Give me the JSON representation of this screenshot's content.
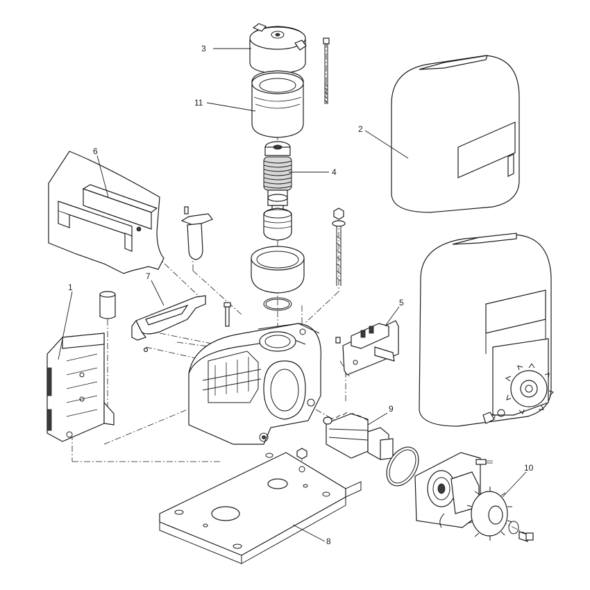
{
  "callouts": [
    {
      "id": "part-1",
      "label": "1"
    },
    {
      "id": "part-2",
      "label": "2"
    },
    {
      "id": "part-3",
      "label": "3"
    },
    {
      "id": "part-4",
      "label": "4"
    },
    {
      "id": "part-5",
      "label": "5"
    },
    {
      "id": "part-6",
      "label": "6"
    },
    {
      "id": "part-7",
      "label": "7"
    },
    {
      "id": "part-8",
      "label": "8"
    },
    {
      "id": "part-9",
      "label": "9"
    },
    {
      "id": "part-10",
      "label": "10"
    },
    {
      "id": "part-11",
      "label": "11"
    }
  ]
}
